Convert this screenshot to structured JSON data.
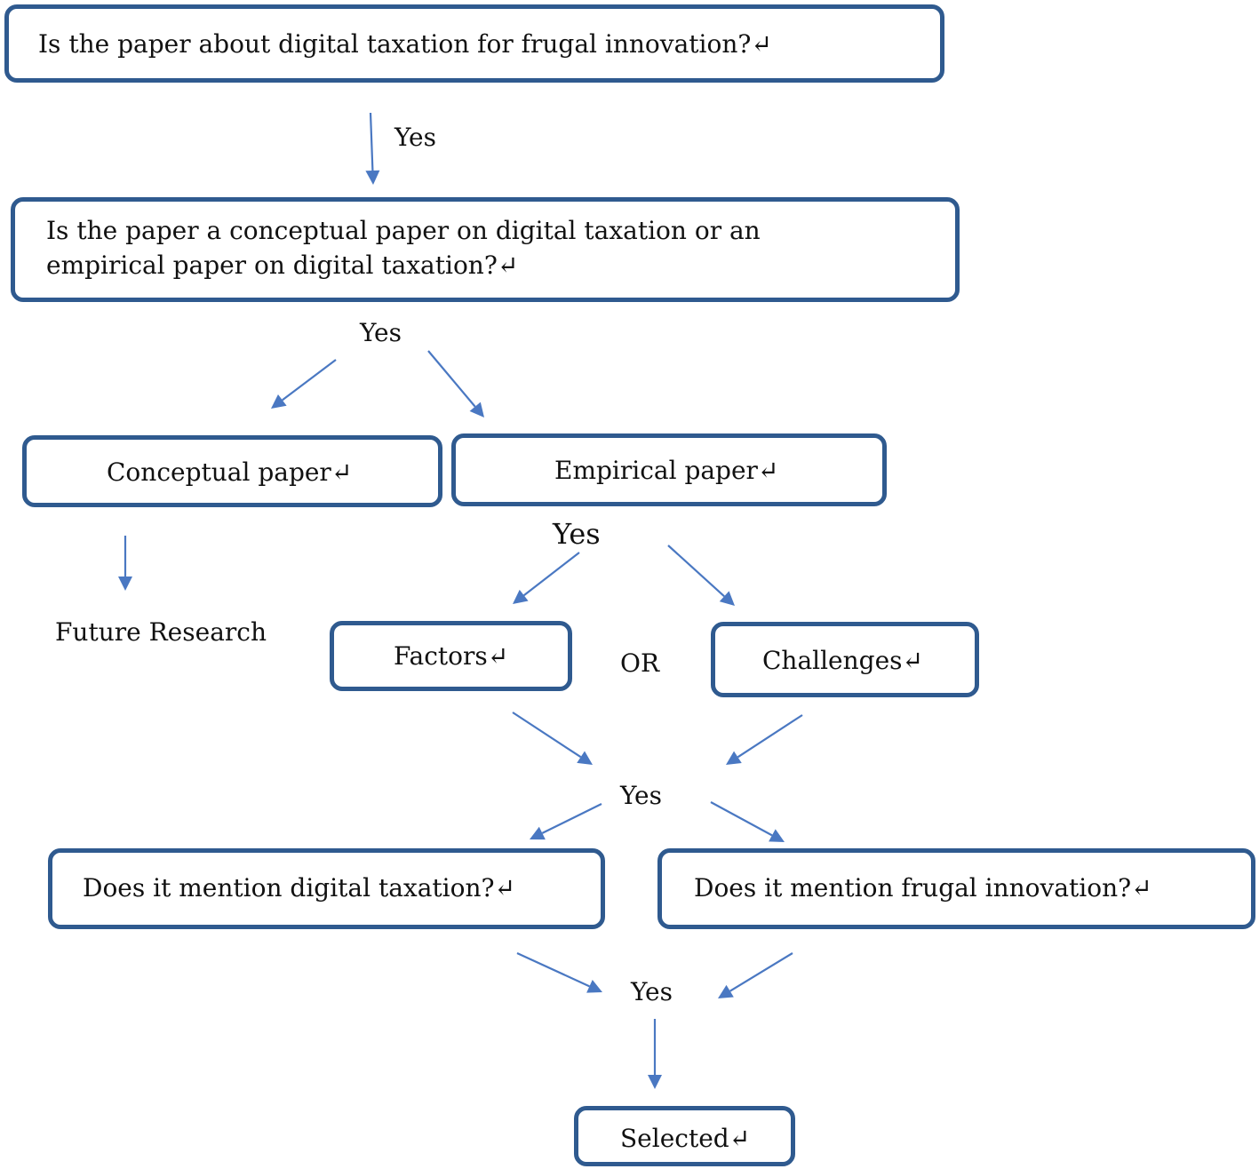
{
  "colors": {
    "box_border": "#2f5a8f",
    "arrow": "#4a78c2",
    "text": "#111111"
  },
  "boxes": {
    "q_topic": "Is the paper about digital taxation for frugal innovation?↵",
    "q_type_line1": "Is the paper a conceptual paper on digital taxation or an",
    "q_type_line2": "empirical paper on digital taxation?↵",
    "conceptual": "Conceptual paper↵",
    "empirical": "Empirical paper↵",
    "factors": "Factors↵",
    "challenges": "Challenges↵",
    "mention_tax": "Does it mention digital taxation?↵",
    "mention_frugal": "Does it mention frugal innovation?↵",
    "selected": "Selected↵"
  },
  "labels": {
    "yes_1": "Yes",
    "yes_2": "Yes",
    "yes_3": "Yes",
    "yes_4": "Yes",
    "yes_5": "Yes",
    "or": "OR",
    "future_research": "Future Research"
  }
}
